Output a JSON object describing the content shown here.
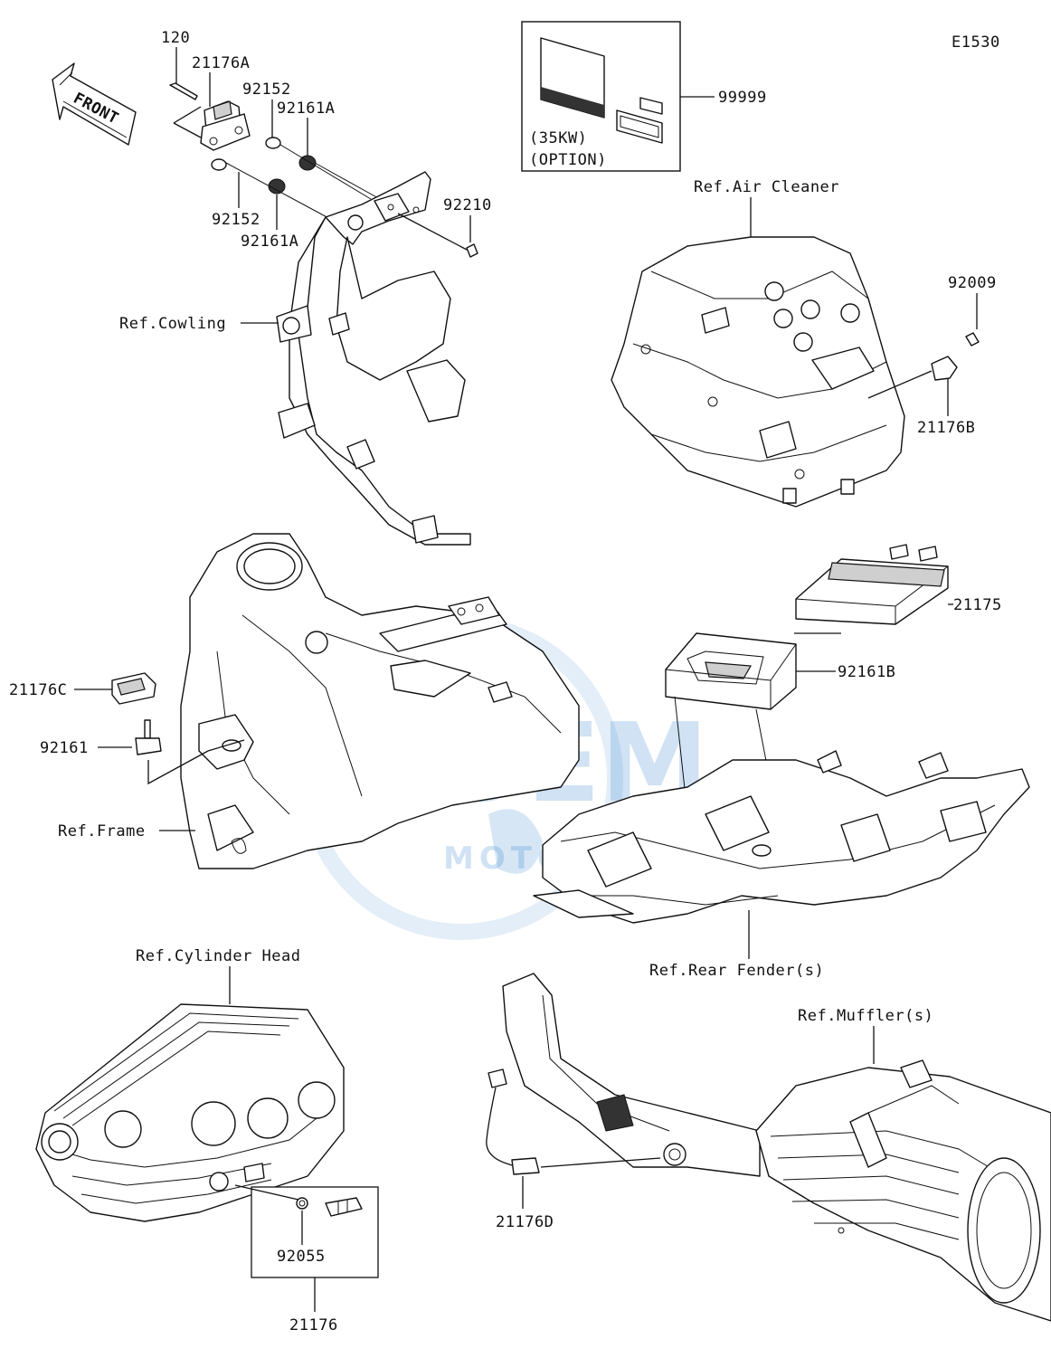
{
  "diagram_code": "E1530",
  "front_label": "FRONT",
  "option_box": {
    "line1": "(35KW)",
    "line2": "(OPTION)",
    "part_no": "99999"
  },
  "parts": {
    "p120": "120",
    "p21176A": "21176A",
    "p92152_top": "92152",
    "p92161A_top": "92161A",
    "p92152_bottom": "92152",
    "p92161A_bottom": "92161A",
    "p92210": "92210",
    "p92009": "92009",
    "p21176B": "21176B",
    "p21175": "21175",
    "p92161B": "92161B",
    "p21176C": "21176C",
    "p92161": "92161",
    "p92055": "92055",
    "p21176": "21176",
    "p21176D": "21176D"
  },
  "refs": {
    "air_cleaner": "Ref.Air Cleaner",
    "cowling": "Ref.Cowling",
    "frame": "Ref.Frame",
    "rear_fender": "Ref.Rear Fender(s)",
    "cylinder_head": "Ref.Cylinder Head",
    "muffler": "Ref.Muffler(s)"
  },
  "watermark": {
    "brand": "OEM",
    "sub": "MOTORPARTS",
    "color": "#1a73c8"
  }
}
